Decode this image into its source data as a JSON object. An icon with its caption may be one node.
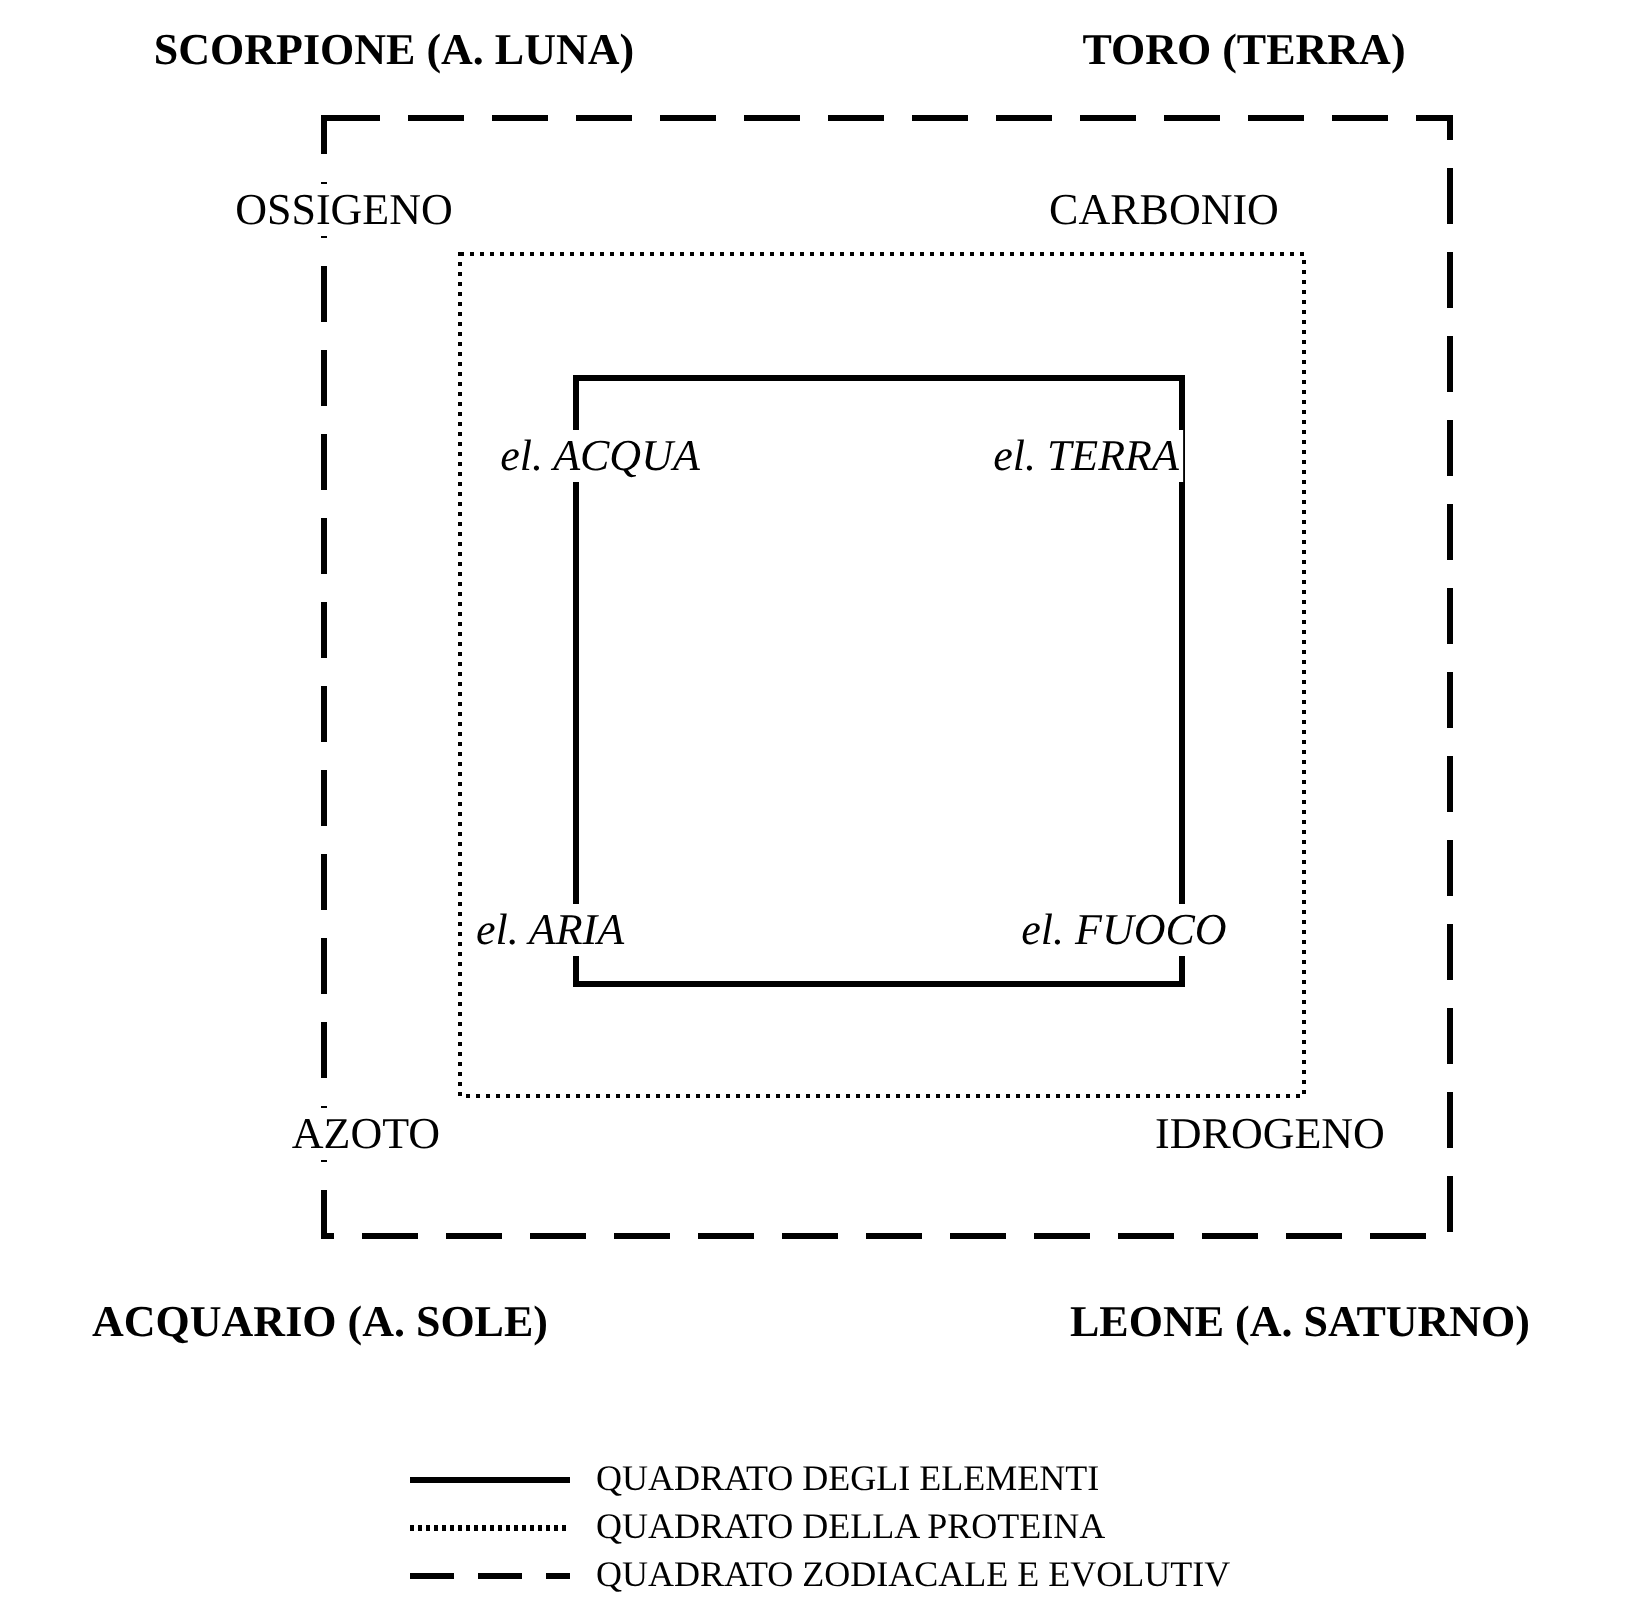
{
  "diagram": {
    "nodes": [
      {
        "text": [
          "SCORPIONE (A. LUNA)",
          "TORO (TERRA)",
          "ACQUARIO (A. SOLE)",
          "LEONE (A. SATURNO)"
        ]
      },
      {
        "text": [
          "OSSIGENO",
          "CARBONIO",
          "AZOTO",
          "IDROGENO"
        ],
        "in": 0
      },
      {
        "text": [
          "el. ACQUA",
          "el. TERRA",
          "el. ARIA",
          "el. FUOCO"
        ],
        "in": 1
      }
    ],
    "legend": [
      {
        "text": "QUADRATO DEGLI ELEMENTI"
      },
      {
        "text": "QUADRATO DELLA PROTEINA"
      },
      {
        "text": "QUADRATO ZODIACALE E EVOLUTIV"
      }
    ]
  }
}
